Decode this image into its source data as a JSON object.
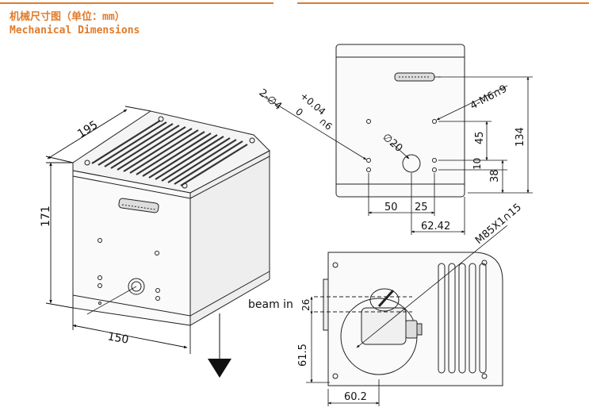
{
  "header": {
    "title_cn": "机械尺寸图（单位：mm）",
    "title_en": "Mechanical Dimensions",
    "accent_color": "#e07b2a"
  },
  "iso_view": {
    "dim_depth": "195",
    "dim_height": "171",
    "dim_width": "150",
    "arrow_icon": "down-triangle"
  },
  "front_view": {
    "label_holes": "2-∅4",
    "label_tol_plus": "+0.04",
    "label_tol_zero": "0",
    "label_hole_depth": "∩6",
    "label_threads": "4-M6∩9",
    "label_aperture": "∅20",
    "dim_50": "50",
    "dim_25": "25",
    "dim_62_42": "62.42",
    "dim_134": "134",
    "dim_45": "45",
    "dim_10": "10",
    "dim_38": "38"
  },
  "side_view": {
    "label_beam_in": "beam in",
    "label_thread": "M85X1∩15",
    "dim_26": "26",
    "dim_61_5": "61.5",
    "dim_60_2": "60.2"
  }
}
